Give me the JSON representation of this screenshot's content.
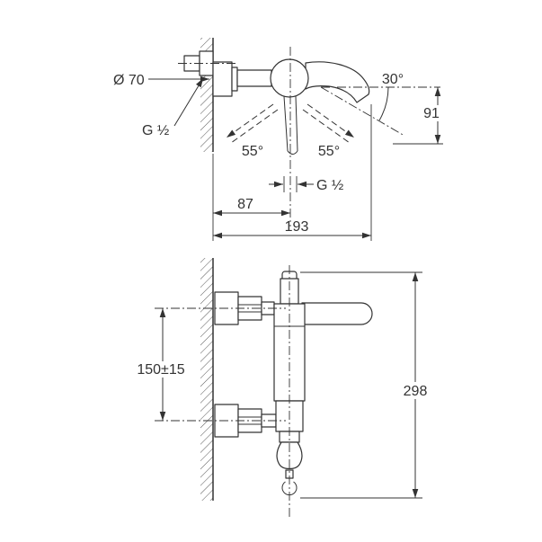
{
  "drawing": {
    "colors": {
      "line": "#333333",
      "background": "#ffffff"
    },
    "side_view": {
      "labels": {
        "escutcheon_diameter": "Ø 70",
        "inlet_thread": "G ½",
        "spout_angle": "30°",
        "outlet_height": "91",
        "lever_swing_left": "55°",
        "lever_swing_right": "55°",
        "outlet_thread": "G ½",
        "wall_to_center": "87",
        "spout_reach": "193"
      }
    },
    "front_view": {
      "labels": {
        "connection_spacing": "150±15",
        "overall_height": "298"
      }
    }
  }
}
